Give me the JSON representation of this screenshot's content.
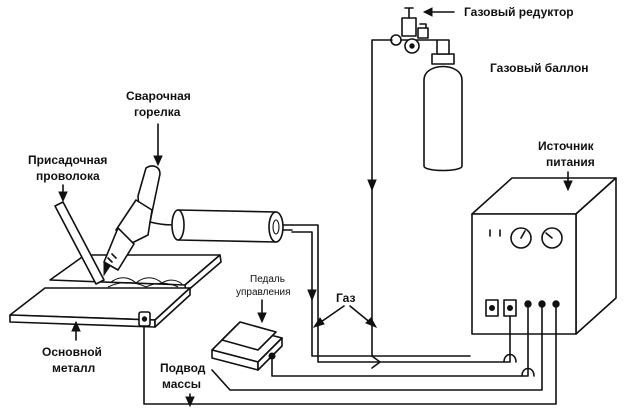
{
  "labels": {
    "gas_regulator": "Газовый редуктор",
    "gas_cylinder": "Газовый баллон",
    "welding_torch_line1": "Сварочная",
    "welding_torch_line2": "горелка",
    "filler_wire_line1": "Присадочная",
    "filler_wire_line2": "проволока",
    "power_source_line1": "Источник",
    "power_source_line2": "питания",
    "control_pedal_line1": "Педаль",
    "control_pedal_line2": "управления",
    "gas": "Газ",
    "base_metal_line1": "Основной",
    "base_metal_line2": "металл",
    "ground_lead_line1": "Подвод",
    "ground_lead_line2": "массы"
  },
  "colors": {
    "ink": "#111111",
    "background": "#ffffff"
  }
}
